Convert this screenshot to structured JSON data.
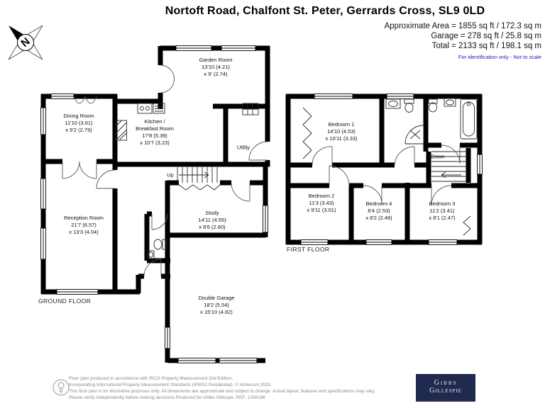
{
  "header": {
    "title": "Nortoft Road, Chalfont St. Peter, Gerrards Cross, SL9 0LD",
    "approx_area": "Approximate Area = 1855 sq ft / 172.3 sq m",
    "garage_area": "Garage = 278 sq ft / 25.8 sq m",
    "total_area": "Total = 2133 sq ft / 198.1 sq m",
    "note": "For identification only - Not to scale"
  },
  "compass": {
    "north_label": "N"
  },
  "ground_floor": {
    "label": "GROUND FLOOR",
    "stairs_label": "Up",
    "rooms": [
      {
        "name": "Garden Room",
        "dim1": "13'10 (4.21)",
        "dim2": "x 9' (2.74)"
      },
      {
        "name": "Dining Room",
        "dim1": "11'10 (3.61)",
        "dim2": "x 9'2 (2.79)"
      },
      {
        "name": "Kitchen /",
        "name2": "Breakfast Room",
        "dim1": "17'8 (5.39)",
        "dim2": "x 10'7 (3.23)"
      },
      {
        "name": "Utility"
      },
      {
        "name": "Reception Room",
        "dim1": "21'7 (6.57)",
        "dim2": "x 13'3 (4.04)"
      },
      {
        "name": "Study",
        "dim1": "14'11 (4.55)",
        "dim2": "x 8'6 (2.60)"
      },
      {
        "name": "Double Garage",
        "dim1": "18'2 (5.54)",
        "dim2": "x 15'10 (4.82)"
      }
    ]
  },
  "first_floor": {
    "label": "FIRST FLOOR",
    "stairs_label": "Down",
    "rooms": [
      {
        "name": "Bedroom 1",
        "dim1": "14'10 (4.53)",
        "dim2": "x 10'11 (3.33)"
      },
      {
        "name": "Bedroom 2",
        "dim1": "11'3 (3.43)",
        "dim2": "x 9'11 (3.01)"
      },
      {
        "name": "Bedroom 4",
        "dim1": "8'4 (2.53)",
        "dim2": "x 8'2 (2.48)"
      },
      {
        "name": "Bedroom 3",
        "dim1": "11'2 (3.41)",
        "dim2": "x 8'1 (2.47)"
      }
    ]
  },
  "footer": {
    "disclaimer_line1": "Floor plan produced in accordance with RICS Property Measurement 2nd Edition,",
    "disclaimer_line2": "Incorporating International Property Measurement Standards (IPMS2 Residential).   © nichecom 2025.",
    "disclaimer_line3": "This floor plan is for illustrative purposes only. All dimensions are approximate and subject to change. Actual layout, features and specifications may vary.",
    "disclaimer_line4": "Please verify independently before making decisions.Produced for Gibbs Gillespie.   REF:  1356198",
    "logo_line1": "Gibbs",
    "logo_line2": "Gillespie"
  },
  "colors": {
    "walls": "#000000",
    "note_blue": "#1b1bb3",
    "logo_navy": "#1f2a4e"
  }
}
